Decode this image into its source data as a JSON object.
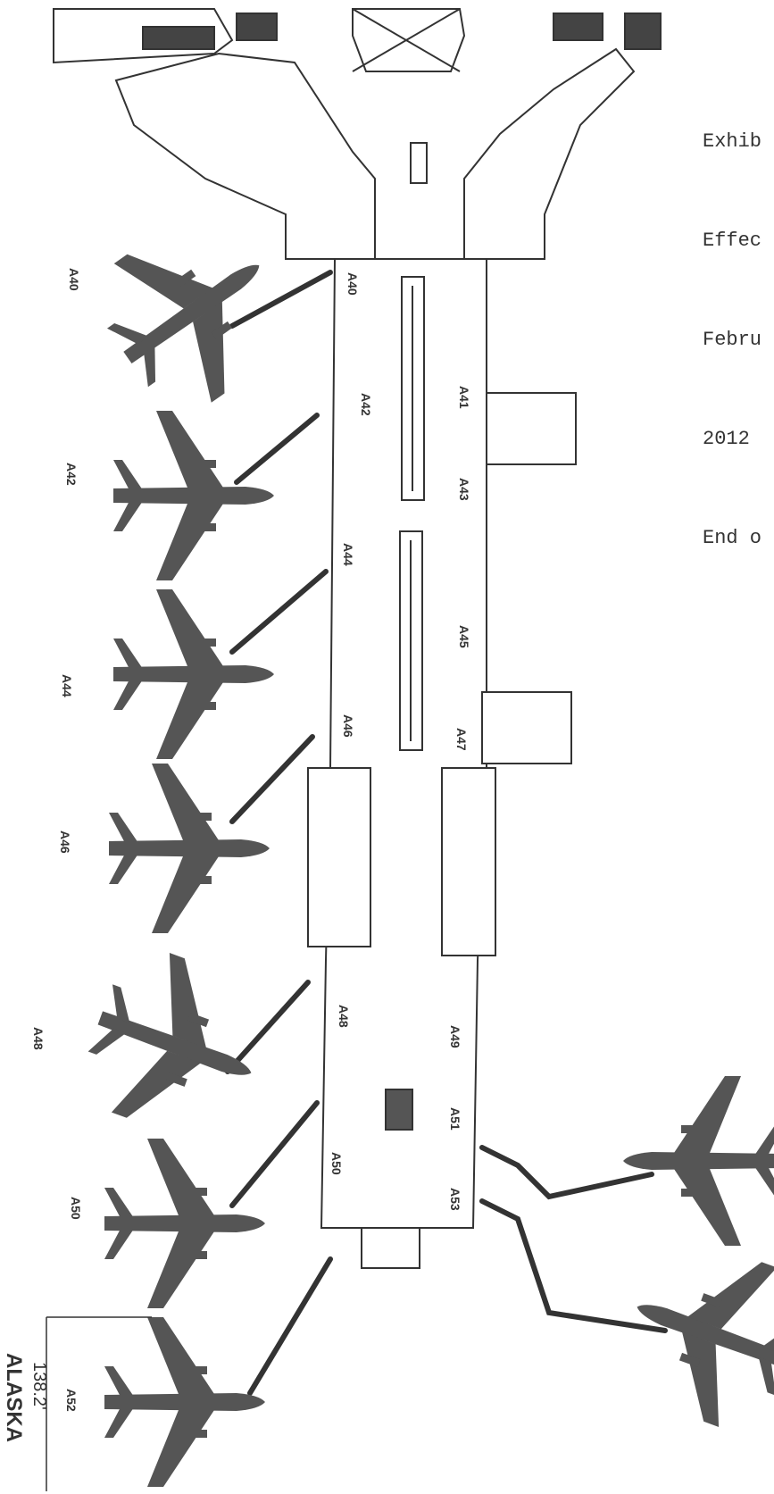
{
  "exhibit_note": {
    "lines": [
      "Exhib",
      "Effec",
      "Febru",
      "2012",
      "End o"
    ]
  },
  "concourse_gates": {
    "left_side": [
      "A40",
      "A42",
      "A44",
      "A46",
      "A48",
      "A50"
    ],
    "right_side": [
      "A41",
      "A43",
      "A45",
      "A47",
      "A49",
      "A51",
      "A53"
    ]
  },
  "apron_labels": [
    "A40",
    "A42",
    "A44",
    "A46",
    "A48",
    "A50",
    "A52"
  ],
  "dimension": {
    "value": "138.2'",
    "airline": "ALASKA"
  },
  "colors": {
    "aircraft": "#555555",
    "lines": "#333333",
    "building_fill": "#ffffff"
  }
}
